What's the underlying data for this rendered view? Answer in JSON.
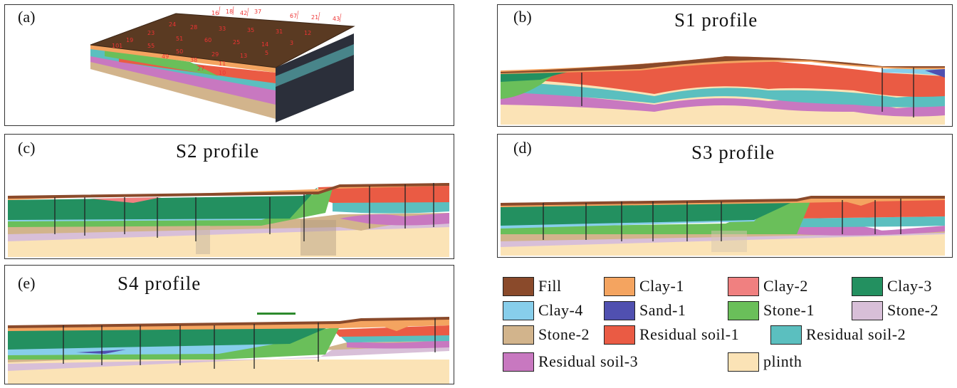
{
  "panels": {
    "a": {
      "label": "(a)"
    },
    "b": {
      "label": "(b)",
      "title": "S1 profile"
    },
    "c": {
      "label": "(c)",
      "title": "S2 profile"
    },
    "d": {
      "label": "(d)",
      "title": "S3 profile"
    },
    "e": {
      "label": "(e)",
      "title": "S4 profile"
    }
  },
  "legend": [
    {
      "label": "Fill",
      "color": "#8a4a2b"
    },
    {
      "label": "Clay-1",
      "color": "#f4a460"
    },
    {
      "label": "Clay-2",
      "color": "#f08080"
    },
    {
      "label": "Clay-3",
      "color": "#239060"
    },
    {
      "label": "Clay-4",
      "color": "#87ceeb"
    },
    {
      "label": "Sand-1",
      "color": "#5050b0"
    },
    {
      "label": "Stone-1",
      "color": "#6abf5a"
    },
    {
      "label": "Stone-2",
      "color": "#d8bfd8"
    },
    {
      "label": "Stone-2",
      "color": "#d2b48c"
    },
    {
      "label": "Residual soil-1",
      "color": "#ea5b44"
    },
    {
      "label": "Residual soil-2",
      "color": "#5bbfbf"
    },
    {
      "label": "Residual soil-3",
      "color": "#c878c0"
    },
    {
      "label": "plinth",
      "color": "#fbe3b6"
    }
  ]
}
